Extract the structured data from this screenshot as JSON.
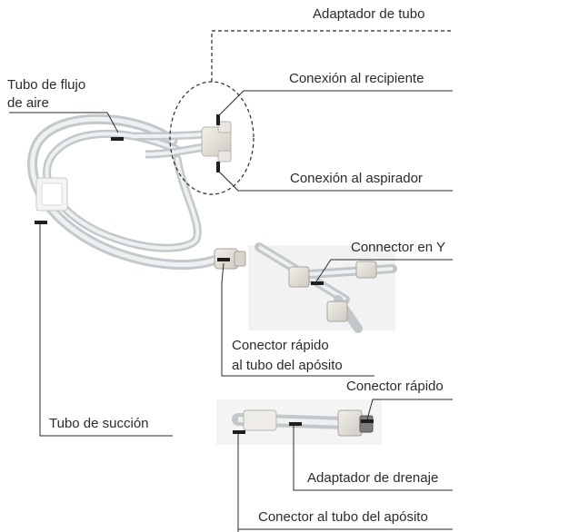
{
  "labels": {
    "adaptador_tubo": "Adaptador de tubo",
    "tubo_flujo_line1": "Tubo de flujo",
    "tubo_flujo_line2": "de aire",
    "conexion_recipiente": "Conexión al recipiente",
    "conexion_aspirador": "Conexión al aspirador",
    "connector_y": "Connector en Y",
    "conector_rapido_tubo_line1": "Conector rápido",
    "conector_rapido_tubo_line2": "al tubo del apósito",
    "conector_rapido": "Conector rápido",
    "tubo_succion": "Tubo de succión",
    "adaptador_drenaje": "Adaptador de drenaje",
    "conector_tubo_aposito": "Conector al tubo del apósito"
  },
  "colors": {
    "line": "#2a2a2a",
    "tube": "#d9dde0",
    "tube_edge": "#b7bcc0",
    "connector": "#e6e3dd",
    "photo_bg": "#f3f3f3"
  }
}
